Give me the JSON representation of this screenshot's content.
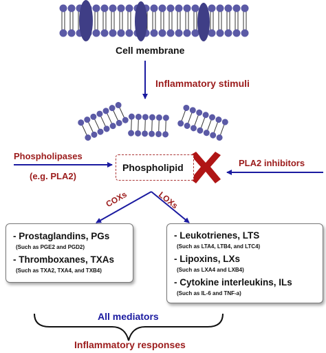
{
  "labels": {
    "cell_membrane": "Cell membrane",
    "inflammatory_stimuli": "Inflammatory stimuli",
    "phospholipases": "Phospholipases",
    "phospholipases_example": "(e.g. PLA2)",
    "phospholipid": "Phospholipid",
    "pla2_inhibitors": "PLA2 inhibitors",
    "coxs": "COXs",
    "loxs": "LOXs",
    "all_mediators": "All mediators",
    "inflammatory_responses": "Inflammatory responses"
  },
  "cox_products": [
    {
      "title": "- Prostaglandins, PGs",
      "sub": "(Such as PGE2 and PGD2)"
    },
    {
      "title": "- Thromboxanes, TXAs",
      "sub": "(Such as TXA2, TXA4, and TXB4)"
    }
  ],
  "lox_products": [
    {
      "title": "- Leukotrienes, LTS",
      "sub": "(Such as LTA4, LTB4, and LTC4)"
    },
    {
      "title": "- Lipoxins, LXs",
      "sub": "(Such as LXA4 and LXB4)"
    },
    {
      "title": "- Cytokine interleukins, ILs",
      "sub": "(Such as IL-6 and TNF-a)"
    }
  ],
  "colors": {
    "membrane": "#5b5aa6",
    "membrane_dark": "#3f3e86",
    "arrow": "#1a1aa0",
    "red_label": "#9b1b1b",
    "inhibitor_x": "#b01515"
  },
  "icons": [
    "lipid-bilayer-icon",
    "phospholipid-fragment-icon",
    "inhibition-x-icon",
    "brace-icon"
  ]
}
